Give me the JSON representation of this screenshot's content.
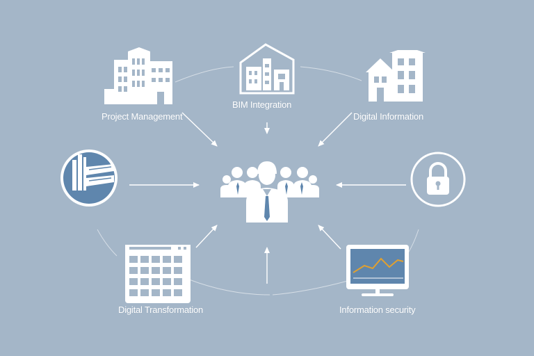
{
  "colors": {
    "background": "#a4b6c8",
    "stroke": "#ffffff",
    "accent": "#5f86ad",
    "chart_line": "#e0a030"
  },
  "nodes": [
    {
      "id": "project-management",
      "label": "Project Management",
      "icon": "office-building-icon"
    },
    {
      "id": "bim-integration",
      "label": "BIM Integration",
      "icon": "building-house-icon"
    },
    {
      "id": "digital-information",
      "label": "Digital Information",
      "icon": "townhouse-icon"
    },
    {
      "id": "bim-model",
      "label": "",
      "icon": "bim-model-icon"
    },
    {
      "id": "security-lock",
      "label": "",
      "icon": "padlock-icon"
    },
    {
      "id": "digital-transformation",
      "label": "Digital Transformation",
      "icon": "calendar-grid-icon"
    },
    {
      "id": "information-security",
      "label": "Information security",
      "icon": "monitor-chart-icon"
    }
  ],
  "center": {
    "icon": "team-people-icon"
  }
}
